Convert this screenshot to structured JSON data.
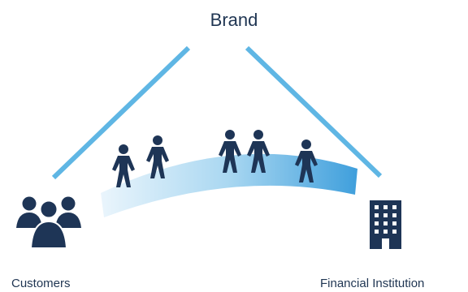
{
  "labels": {
    "brand": "Brand",
    "customers": "Customers",
    "financial_institution": "Financial Institution"
  },
  "icons": {
    "customers": "people-group-icon",
    "financial_institution": "office-building-icon",
    "people_on_bridge": "person-icon"
  },
  "colors": {
    "line": "#5fb6e4",
    "bridge_light": "#e6f3fb",
    "bridge_dark": "#3f9fdc",
    "icon_dark": "#1e3556",
    "text": "#1f3552"
  }
}
